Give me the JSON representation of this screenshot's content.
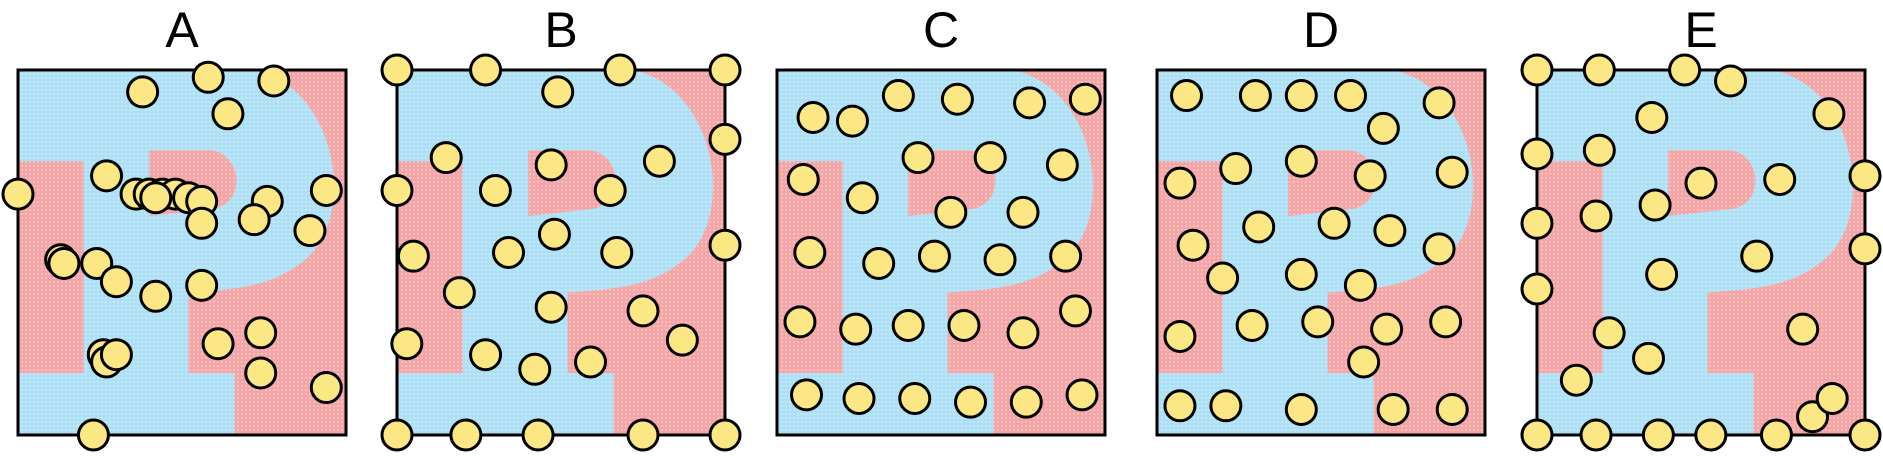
{
  "figure": {
    "panels": [
      {
        "label": "A",
        "points": [
          [
            0.38,
            0.06
          ],
          [
            0.58,
            0.02
          ],
          [
            0.78,
            0.03
          ],
          [
            0.64,
            0.12
          ],
          [
            0.0,
            0.34
          ],
          [
            0.27,
            0.29
          ],
          [
            0.36,
            0.34
          ],
          [
            0.4,
            0.34
          ],
          [
            0.44,
            0.34
          ],
          [
            0.48,
            0.34
          ],
          [
            0.42,
            0.35
          ],
          [
            0.52,
            0.35
          ],
          [
            0.56,
            0.36
          ],
          [
            0.76,
            0.36
          ],
          [
            0.94,
            0.33
          ],
          [
            0.56,
            0.42
          ],
          [
            0.72,
            0.41
          ],
          [
            0.89,
            0.44
          ],
          [
            0.13,
            0.52
          ],
          [
            0.14,
            0.53
          ],
          [
            0.24,
            0.53
          ],
          [
            0.3,
            0.58
          ],
          [
            0.42,
            0.62
          ],
          [
            0.56,
            0.59
          ],
          [
            0.74,
            0.72
          ],
          [
            0.61,
            0.75
          ],
          [
            0.26,
            0.78
          ],
          [
            0.27,
            0.8
          ],
          [
            0.3,
            0.78
          ],
          [
            0.74,
            0.83
          ],
          [
            0.94,
            0.87
          ],
          [
            0.23,
            1.0
          ]
        ]
      },
      {
        "label": "B",
        "points": [
          [
            0.0,
            0.0
          ],
          [
            0.27,
            0.0
          ],
          [
            0.68,
            0.0
          ],
          [
            1.0,
            0.0
          ],
          [
            0.49,
            0.06
          ],
          [
            0.15,
            0.24
          ],
          [
            0.47,
            0.26
          ],
          [
            0.8,
            0.25
          ],
          [
            0.0,
            0.33
          ],
          [
            0.3,
            0.33
          ],
          [
            0.65,
            0.33
          ],
          [
            1.0,
            0.19
          ],
          [
            0.05,
            0.51
          ],
          [
            0.34,
            0.5
          ],
          [
            0.48,
            0.45
          ],
          [
            0.67,
            0.5
          ],
          [
            1.0,
            0.48
          ],
          [
            0.19,
            0.61
          ],
          [
            0.47,
            0.65
          ],
          [
            0.75,
            0.66
          ],
          [
            0.03,
            0.75
          ],
          [
            0.27,
            0.78
          ],
          [
            0.59,
            0.8
          ],
          [
            0.87,
            0.74
          ],
          [
            0.42,
            0.82
          ],
          [
            0.0,
            1.0
          ],
          [
            0.21,
            1.0
          ],
          [
            0.43,
            1.0
          ],
          [
            0.75,
            1.0
          ],
          [
            1.0,
            1.0
          ]
        ]
      },
      {
        "label": "C",
        "points": [
          [
            0.11,
            0.13
          ],
          [
            0.37,
            0.07
          ],
          [
            0.55,
            0.08
          ],
          [
            0.77,
            0.09
          ],
          [
            0.94,
            0.08
          ],
          [
            0.23,
            0.14
          ],
          [
            0.43,
            0.24
          ],
          [
            0.65,
            0.24
          ],
          [
            0.87,
            0.26
          ],
          [
            0.08,
            0.3
          ],
          [
            0.26,
            0.35
          ],
          [
            0.53,
            0.39
          ],
          [
            0.75,
            0.39
          ],
          [
            0.1,
            0.5
          ],
          [
            0.31,
            0.53
          ],
          [
            0.48,
            0.51
          ],
          [
            0.68,
            0.52
          ],
          [
            0.88,
            0.51
          ],
          [
            0.07,
            0.69
          ],
          [
            0.24,
            0.71
          ],
          [
            0.4,
            0.7
          ],
          [
            0.57,
            0.7
          ],
          [
            0.75,
            0.72
          ],
          [
            0.91,
            0.66
          ],
          [
            0.09,
            0.89
          ],
          [
            0.25,
            0.9
          ],
          [
            0.42,
            0.9
          ],
          [
            0.59,
            0.91
          ],
          [
            0.76,
            0.91
          ],
          [
            0.93,
            0.89
          ]
        ]
      },
      {
        "label": "D",
        "points": [
          [
            0.09,
            0.07
          ],
          [
            0.3,
            0.07
          ],
          [
            0.44,
            0.07
          ],
          [
            0.59,
            0.07
          ],
          [
            0.86,
            0.09
          ],
          [
            0.69,
            0.16
          ],
          [
            0.07,
            0.31
          ],
          [
            0.24,
            0.27
          ],
          [
            0.44,
            0.25
          ],
          [
            0.65,
            0.29
          ],
          [
            0.9,
            0.28
          ],
          [
            0.31,
            0.43
          ],
          [
            0.54,
            0.42
          ],
          [
            0.71,
            0.44
          ],
          [
            0.11,
            0.48
          ],
          [
            0.44,
            0.56
          ],
          [
            0.2,
            0.57
          ],
          [
            0.62,
            0.59
          ],
          [
            0.86,
            0.49
          ],
          [
            0.29,
            0.7
          ],
          [
            0.49,
            0.69
          ],
          [
            0.7,
            0.71
          ],
          [
            0.88,
            0.69
          ],
          [
            0.07,
            0.73
          ],
          [
            0.63,
            0.8
          ],
          [
            0.07,
            0.92
          ],
          [
            0.21,
            0.92
          ],
          [
            0.44,
            0.93
          ],
          [
            0.72,
            0.93
          ],
          [
            0.9,
            0.93
          ]
        ]
      },
      {
        "label": "E",
        "points": [
          [
            0.0,
            0.0
          ],
          [
            0.19,
            0.0
          ],
          [
            0.45,
            0.0
          ],
          [
            0.59,
            0.03
          ],
          [
            0.89,
            0.12
          ],
          [
            0.35,
            0.13
          ],
          [
            0.0,
            0.23
          ],
          [
            0.19,
            0.22
          ],
          [
            0.5,
            0.31
          ],
          [
            0.74,
            0.3
          ],
          [
            1.0,
            0.29
          ],
          [
            0.0,
            0.42
          ],
          [
            0.18,
            0.4
          ],
          [
            0.36,
            0.37
          ],
          [
            0.67,
            0.51
          ],
          [
            1.0,
            0.49
          ],
          [
            0.0,
            0.6
          ],
          [
            0.38,
            0.56
          ],
          [
            0.22,
            0.72
          ],
          [
            0.81,
            0.71
          ],
          [
            0.34,
            0.79
          ],
          [
            0.12,
            0.85
          ],
          [
            0.0,
            1.0
          ],
          [
            0.18,
            1.0
          ],
          [
            0.37,
            1.0
          ],
          [
            0.53,
            1.0
          ],
          [
            0.73,
            1.0
          ],
          [
            1.0,
            1.0
          ],
          [
            0.84,
            0.95
          ],
          [
            0.9,
            0.9
          ]
        ]
      }
    ],
    "colors": {
      "foreground_region": "#aee0f5",
      "background_region": "#f5a5a5",
      "point_fill": "#fbe784",
      "point_stroke": "#000000",
      "frame": "#000000"
    }
  }
}
